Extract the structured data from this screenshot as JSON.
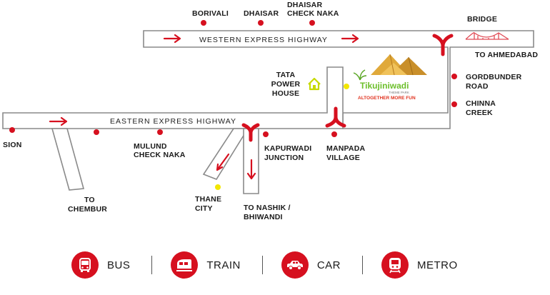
{
  "highways": {
    "western": "WESTERN EXPRESS HIGHWAY",
    "eastern": "EASTERN EXPRESS HIGHWAY"
  },
  "places": {
    "borivali": "BORIVALI",
    "dhaisar": "DHAISAR",
    "dhaisar_naka_1": "DHAISAR",
    "dhaisar_naka_2": "CHECK NAKA",
    "bridge": "BRIDGE",
    "to_ahmedabad": "TO AHMEDABAD",
    "gordbunder_1": "GORDBUNDER",
    "gordbunder_2": "ROAD",
    "chinna_1": "CHINNA",
    "chinna_2": "CREEK",
    "tata_1": "TATA",
    "tata_2": "POWER",
    "tata_3": "HOUSE",
    "sion": "SION",
    "mulund_1": "MULUND",
    "mulund_2": "CHECK NAKA",
    "kapurwadi_1": "KAPURWADI",
    "kapurwadi_2": "JUNCTION",
    "manpada_1": "MANPADA",
    "manpada_2": "VILLAGE",
    "chembur_1": "TO",
    "chembur_2": "CHEMBUR",
    "thane_1": "THANE",
    "thane_2": "CITY",
    "nashik_1": "TO NASHIK /",
    "nashik_2": "BHIWANDI"
  },
  "logo": {
    "name": "Tikujiniwadi",
    "sub": "THEME PARK",
    "tagline": "ALTOGETHER MORE FUN"
  },
  "legend": [
    {
      "label": "BUS",
      "icon": "bus-icon"
    },
    {
      "label": "TRAIN",
      "icon": "train-icon"
    },
    {
      "label": "CAR",
      "icon": "car-icon"
    },
    {
      "label": "METRO",
      "icon": "metro-icon"
    }
  ],
  "colors": {
    "accent": "#d6101f",
    "road_outline": "#8a8a8a",
    "highlight": "#f2e600",
    "mountain": "#e0a93a"
  }
}
